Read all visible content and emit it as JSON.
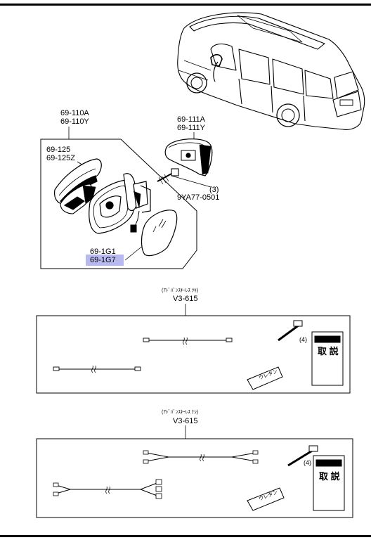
{
  "labels": {
    "mirror_assy": [
      "69-110A",
      "69-110Y"
    ],
    "cover_rh_group": [
      "69-111A",
      "69-111Y"
    ],
    "cover_lh_group": [
      "69-125",
      "69-125Z"
    ],
    "bolt_part": "9YA77-0501",
    "bolt_qty": "(3)",
    "glass_parts": [
      "69-1G1",
      "69-1G7"
    ],
    "kit_a_note": "(ｱﾄﾞﾊﾞﾝｽｷｰﾚｽ ﾂｷ)",
    "kit_a_code": "V3-615",
    "kit_a_qty": "(4)",
    "kit_a_pad": "ウレタン",
    "kit_a_manual": "取 説",
    "kit_b_note": "(ｱﾄﾞﾊﾞﾝｽｷｰﾚｽ ﾅｼ)",
    "kit_b_code": "V3-615",
    "kit_b_qty": "(4)",
    "kit_b_pad": "ウレタン",
    "kit_b_manual": "取 説"
  },
  "highlight": {
    "part": "69-1G7",
    "color": "#b9b9f2"
  }
}
